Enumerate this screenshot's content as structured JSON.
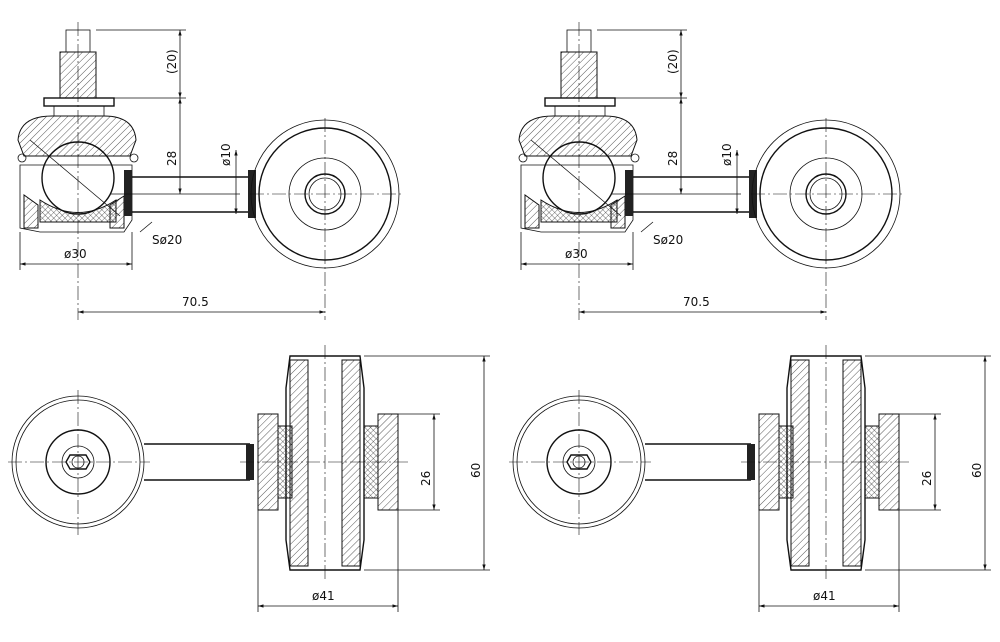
{
  "views": {
    "top_left": {
      "d_stem_height": "(20)",
      "d_ball_offset": "28",
      "d_pin_dia": "ø10",
      "d_housing_dia": "ø30",
      "d_sphere": "Sø20",
      "d_center_dist": "70.5"
    },
    "top_right": {
      "d_stem_height": "(20)",
      "d_ball_offset": "28",
      "d_pin_dia": "ø10",
      "d_housing_dia": "ø30",
      "d_sphere": "Sø20",
      "d_center_dist": "70.5"
    },
    "bottom_left": {
      "d_inner_height": "26",
      "d_outer_height": "60",
      "d_bush_dia": "ø41"
    },
    "bottom_right": {
      "d_inner_height": "26",
      "d_outer_height": "60",
      "d_bush_dia": "ø41"
    }
  }
}
